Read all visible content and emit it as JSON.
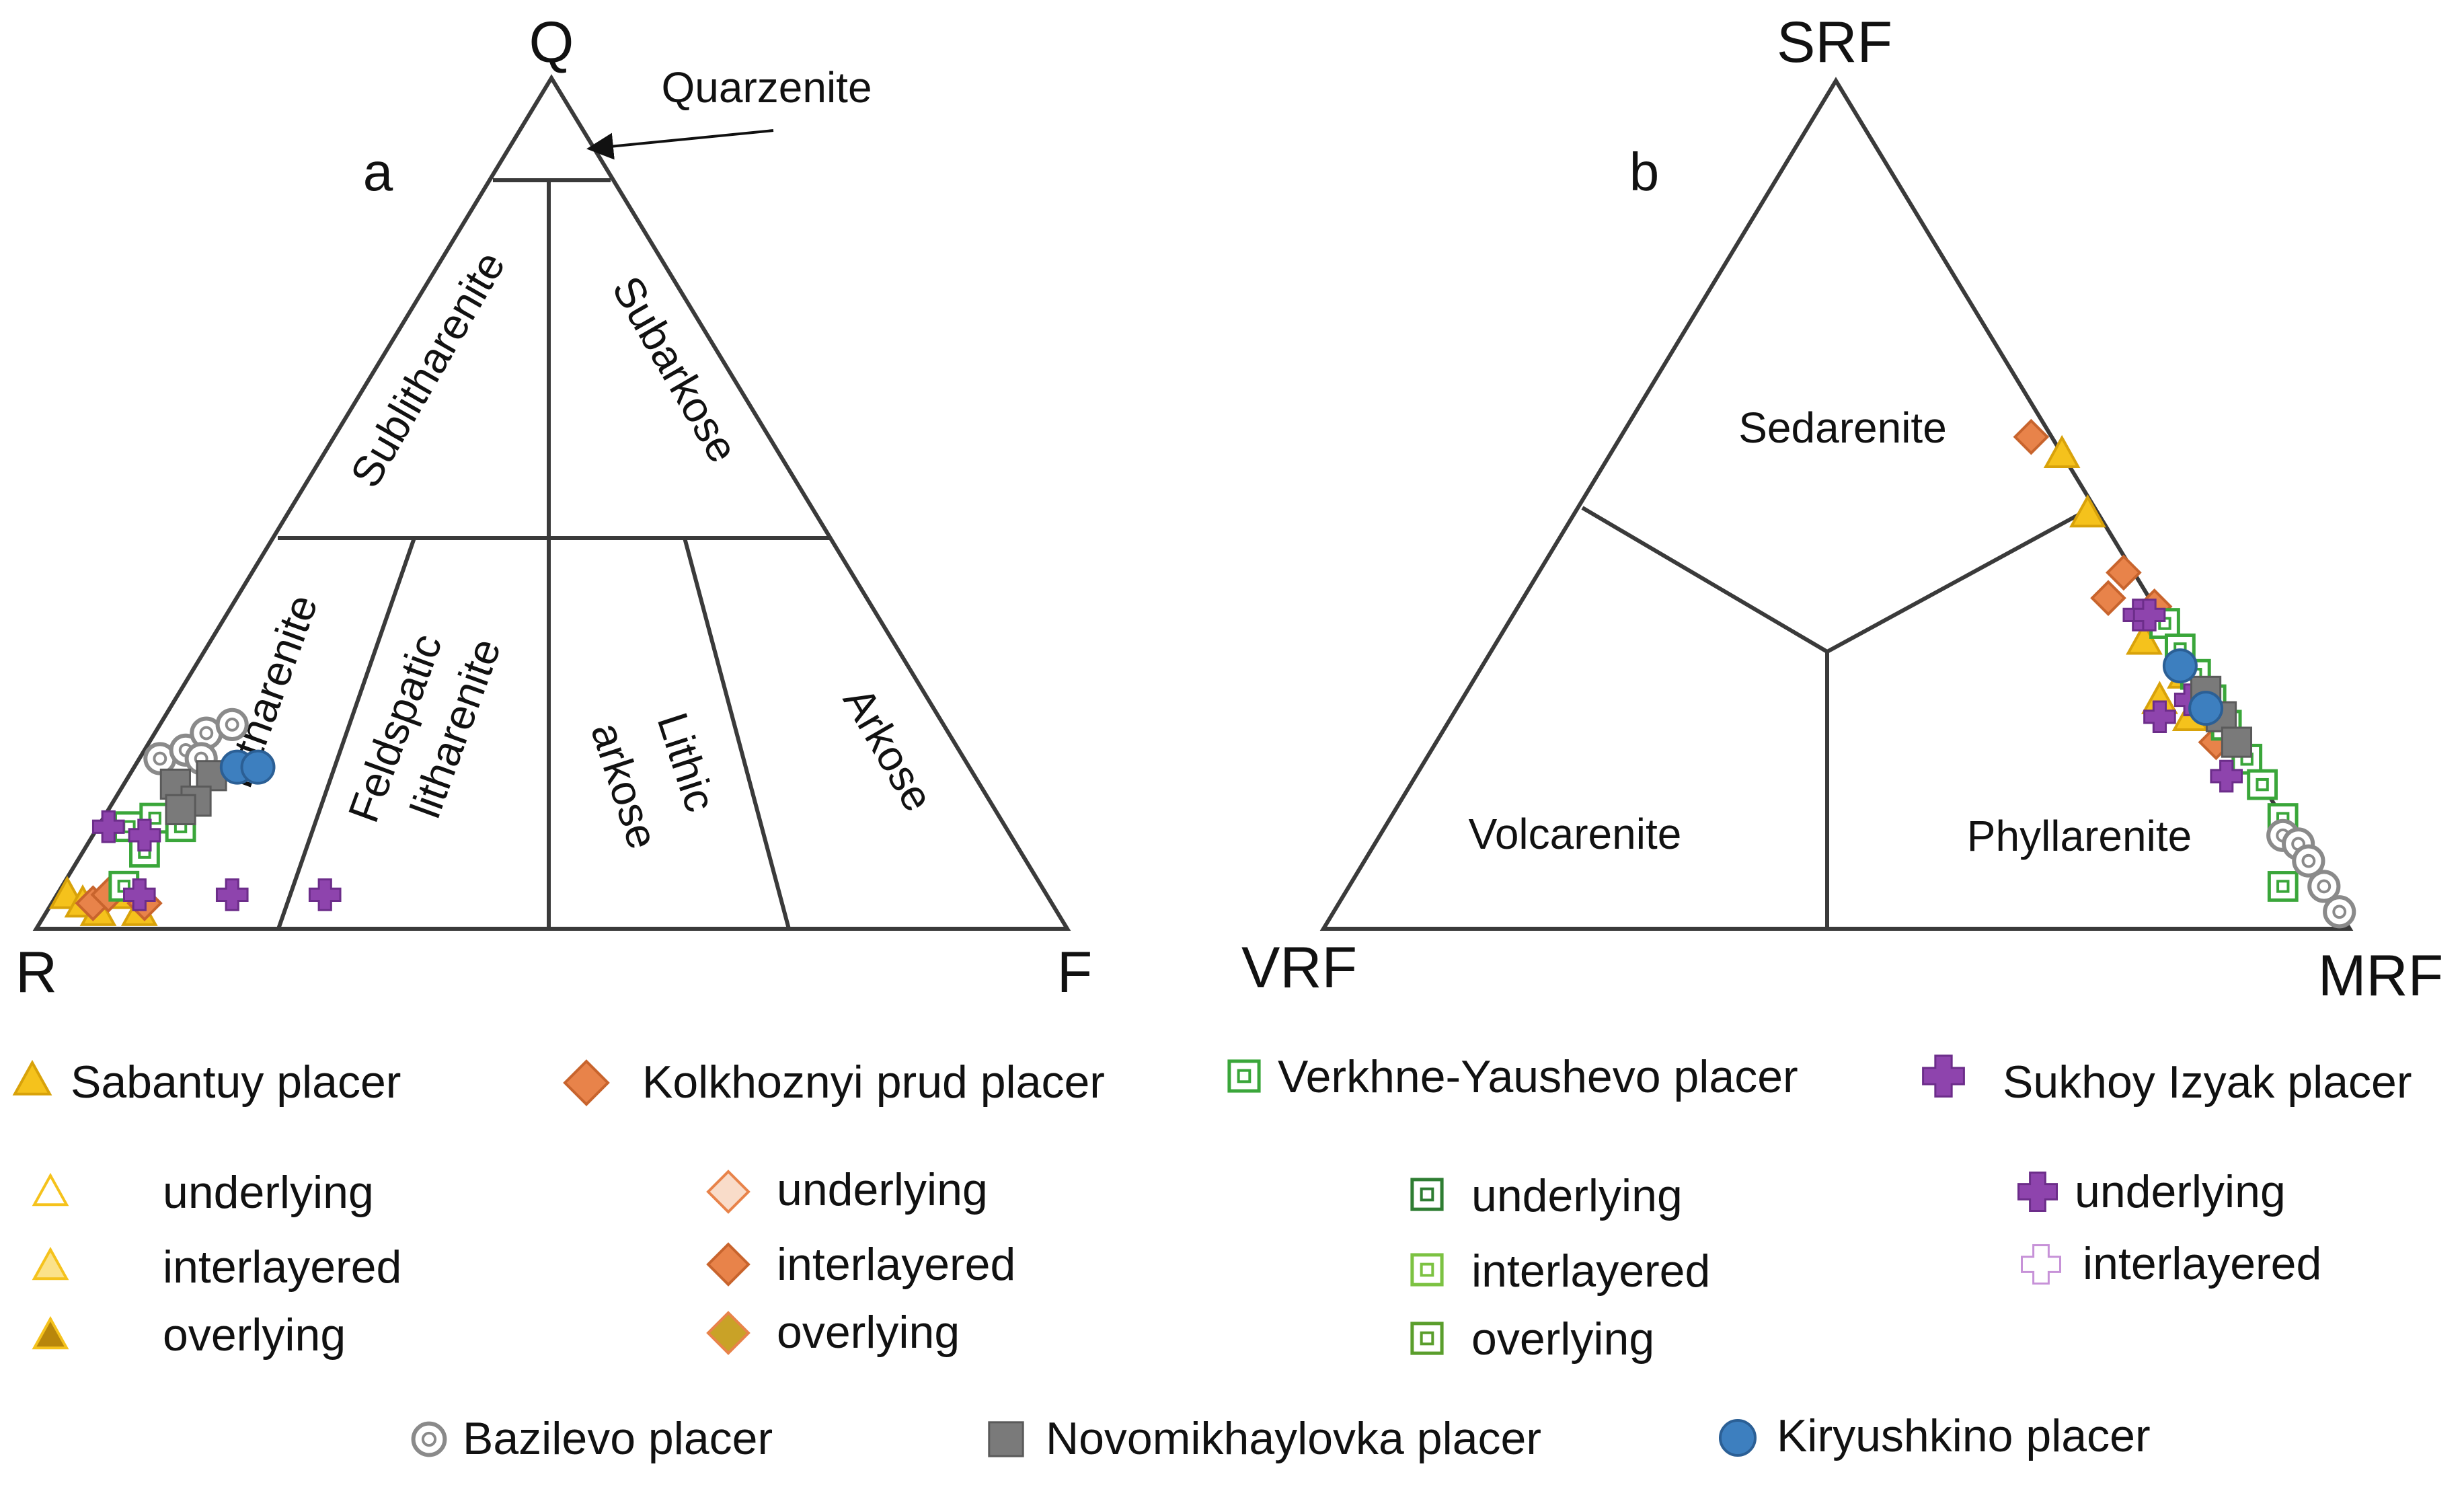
{
  "panels": {
    "a": {
      "letter": "a",
      "apex_top": "Q",
      "apex_left": "R",
      "apex_right": "F",
      "fields": {
        "quarzenite": "Quarzenite",
        "sublitharenite": "Sublitharenite",
        "subarkose": "Subarkose",
        "litharenite": "Litharenite",
        "feldspatic_line1": "Feldspatic",
        "feldspatic_line2": "litharenite",
        "lithic_line1": "Lithic",
        "lithic_line2": "arkose",
        "arkose": "Arkose"
      }
    },
    "b": {
      "letter": "b",
      "apex_top": "SRF",
      "apex_left": "VRF",
      "apex_right": "MRF",
      "fields": {
        "sedarenite": "Sedarenite",
        "volcarenite": "Volcarenite",
        "phyllarenite": "Phyllarenite"
      }
    }
  },
  "legend": {
    "sabantuy": {
      "title": "Sabantuy placer",
      "underlying": "underlying",
      "interlayered": "interlayered",
      "overlying": "overlying"
    },
    "kolkhoznyi": {
      "title": "Kolkhoznyi prud placer",
      "underlying": "underlying",
      "interlayered": "interlayered",
      "overlying": "overlying"
    },
    "verkhne": {
      "title": "Verkhne-Yaushevo placer",
      "underlying": "underlying",
      "interlayered": "interlayered",
      "overlying": "overlying"
    },
    "sukhoy": {
      "title": "Sukhoy Izyak placer",
      "underlying": "underlying",
      "interlayered": "interlayered"
    },
    "bazilevo": {
      "title": "Bazilevo placer"
    },
    "novomikhaylovka": {
      "title": "Novomikhaylovka placer"
    },
    "kiryushkino": {
      "title": "Kiryushkino placer"
    }
  },
  "colors": {
    "sabantuy": "#f5c21c",
    "sabantuy_light": "#fbe28a",
    "kolkhoznyi": "#e8834a",
    "kolkhoznyi_light": "#f9dcc9",
    "kolkhoznyi_olive": "#c9a227",
    "verkhne": "#3aa63a",
    "sukhoy": "#8e44ad",
    "sukhoy_light": "#c792d8",
    "bazilevo": "#8a8a8a",
    "novomikhaylovka": "#7a7a7a",
    "kiryushkino": "#3d7fbf"
  },
  "chart_data": [
    {
      "type": "scatter",
      "panel": "a",
      "diagram": "ternary",
      "vertices": [
        "Q",
        "R",
        "F"
      ],
      "series": [
        {
          "name": "Sabantuy placer",
          "points_QRF": [
            [
              4,
              95,
              1
            ],
            [
              3,
              94,
              3
            ],
            [
              2,
              93,
              5
            ],
            [
              2,
              89,
              9
            ],
            [
              4,
              89,
              7
            ]
          ]
        },
        {
          "name": "Kolkhoznyi prud placer",
          "points_QRF": [
            [
              3,
              93,
              4
            ],
            [
              4,
              91,
              5
            ],
            [
              3,
              88,
              9
            ]
          ]
        },
        {
          "name": "Verkhne-Yaushevo placer",
          "points_QRF": [
            [
              12,
              85,
              3
            ],
            [
              13,
              82,
              5
            ],
            [
              9,
              85,
              6
            ],
            [
              12,
              80,
              8
            ],
            [
              15,
              77,
              8
            ],
            [
              5,
              89,
              6
            ]
          ]
        },
        {
          "name": "Sukhoy Izyak placer",
          "points_QRF": [
            [
              12,
              87,
              1
            ],
            [
              11,
              84,
              5
            ],
            [
              4,
              88,
              8
            ],
            [
              4,
              79,
              17
            ],
            [
              4,
              70,
              26
            ]
          ]
        },
        {
          "name": "Bazilevo placer",
          "points_QRF": [
            [
              20,
              78,
              2
            ],
            [
              21,
              75,
              4
            ],
            [
              23,
              72,
              5
            ],
            [
              24,
              69,
              7
            ],
            [
              20,
              74,
              6
            ]
          ]
        },
        {
          "name": "Novomikhaylovka placer",
          "points_QRF": [
            [
              17,
              78,
              5
            ],
            [
              18,
              74,
              8
            ],
            [
              15,
              77,
              8
            ],
            [
              14,
              79,
              7
            ]
          ]
        },
        {
          "name": "Kiryushkino placer",
          "points_QRF": [
            [
              19,
              71,
              10
            ],
            [
              19,
              69,
              12
            ]
          ]
        }
      ]
    },
    {
      "type": "scatter",
      "panel": "b",
      "diagram": "ternary",
      "vertices": [
        "SRF",
        "VRF",
        "MRF"
      ],
      "series": [
        {
          "name": "Sabantuy placer",
          "points_SVM": [
            [
              56,
              0,
              44
            ],
            [
              49,
              1,
              50
            ],
            [
              34,
              3,
              63
            ],
            [
              27,
              5,
              68
            ],
            [
              25,
              3,
              72
            ],
            [
              30,
              1,
              69
            ]
          ]
        },
        {
          "name": "Kolkhoznyi prud placer",
          "points_SVM": [
            [
              58,
              2,
              40
            ],
            [
              42,
              1,
              57
            ],
            [
              39,
              4,
              57
            ],
            [
              38,
              0,
              62
            ],
            [
              22,
              2,
              76
            ]
          ]
        },
        {
          "name": "Verkhne-Yaushevo placer",
          "points_SVM": [
            [
              36,
              0,
              64
            ],
            [
              33,
              0,
              67
            ],
            [
              30,
              0,
              70
            ],
            [
              27,
              0,
              73
            ],
            [
              24,
              0,
              76
            ],
            [
              20,
              0,
              80
            ],
            [
              17,
              0,
              83
            ],
            [
              13,
              0,
              87
            ],
            [
              5,
              4,
              91
            ]
          ]
        },
        {
          "name": "Sukhoy Izyak placer",
          "points_SVM": [
            [
              37,
              2,
              61
            ],
            [
              37,
              1,
              62
            ],
            [
              27,
              2,
              71
            ],
            [
              25,
              6,
              69
            ],
            [
              18,
              3,
              79
            ]
          ]
        },
        {
          "name": "Bazilevo placer",
          "points_SVM": [
            [
              11,
              1,
              88
            ],
            [
              10,
              0,
              90
            ],
            [
              8,
              0,
              92
            ],
            [
              5,
              0,
              95
            ],
            [
              2,
              0,
              98
            ]
          ]
        },
        {
          "name": "Novomikhaylovka placer",
          "points_SVM": [
            [
              28,
              0,
              72
            ],
            [
              25,
              0,
              75
            ],
            [
              22,
              0,
              78
            ]
          ]
        },
        {
          "name": "Kiryushkino placer",
          "points_SVM": [
            [
              31,
              1,
              68
            ],
            [
              26,
              1,
              73
            ]
          ]
        }
      ]
    }
  ]
}
